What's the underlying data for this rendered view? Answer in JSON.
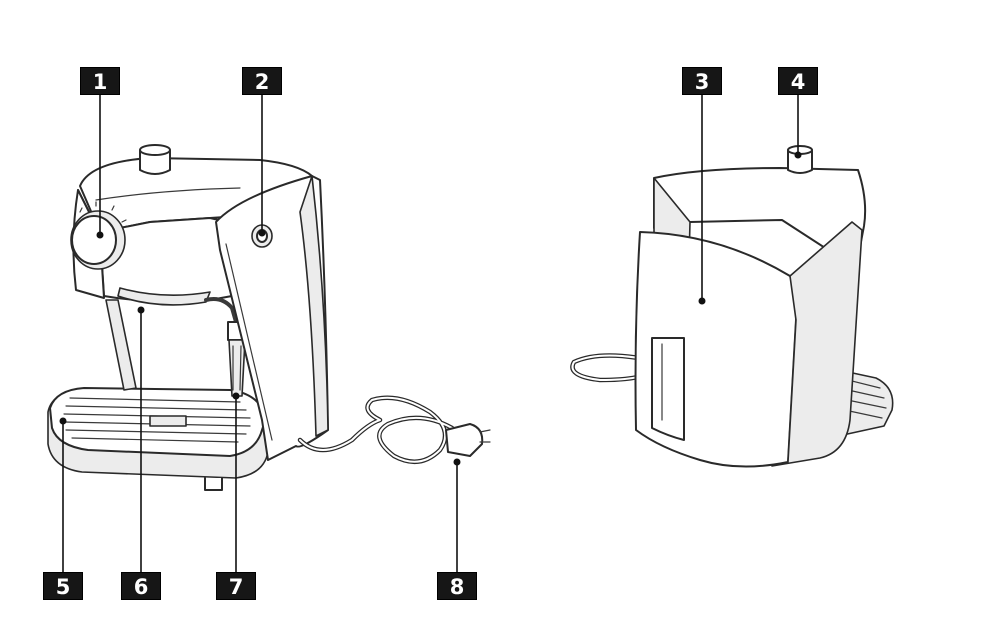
{
  "labels": {
    "l1": "1",
    "l2": "2",
    "l3": "3",
    "l4": "4",
    "l5": "5",
    "l6": "6",
    "l7": "7",
    "l8": "8"
  },
  "colors": {
    "badge_background": "#161616",
    "badge_text": "#ffffff",
    "line": "#2a2a2a"
  }
}
